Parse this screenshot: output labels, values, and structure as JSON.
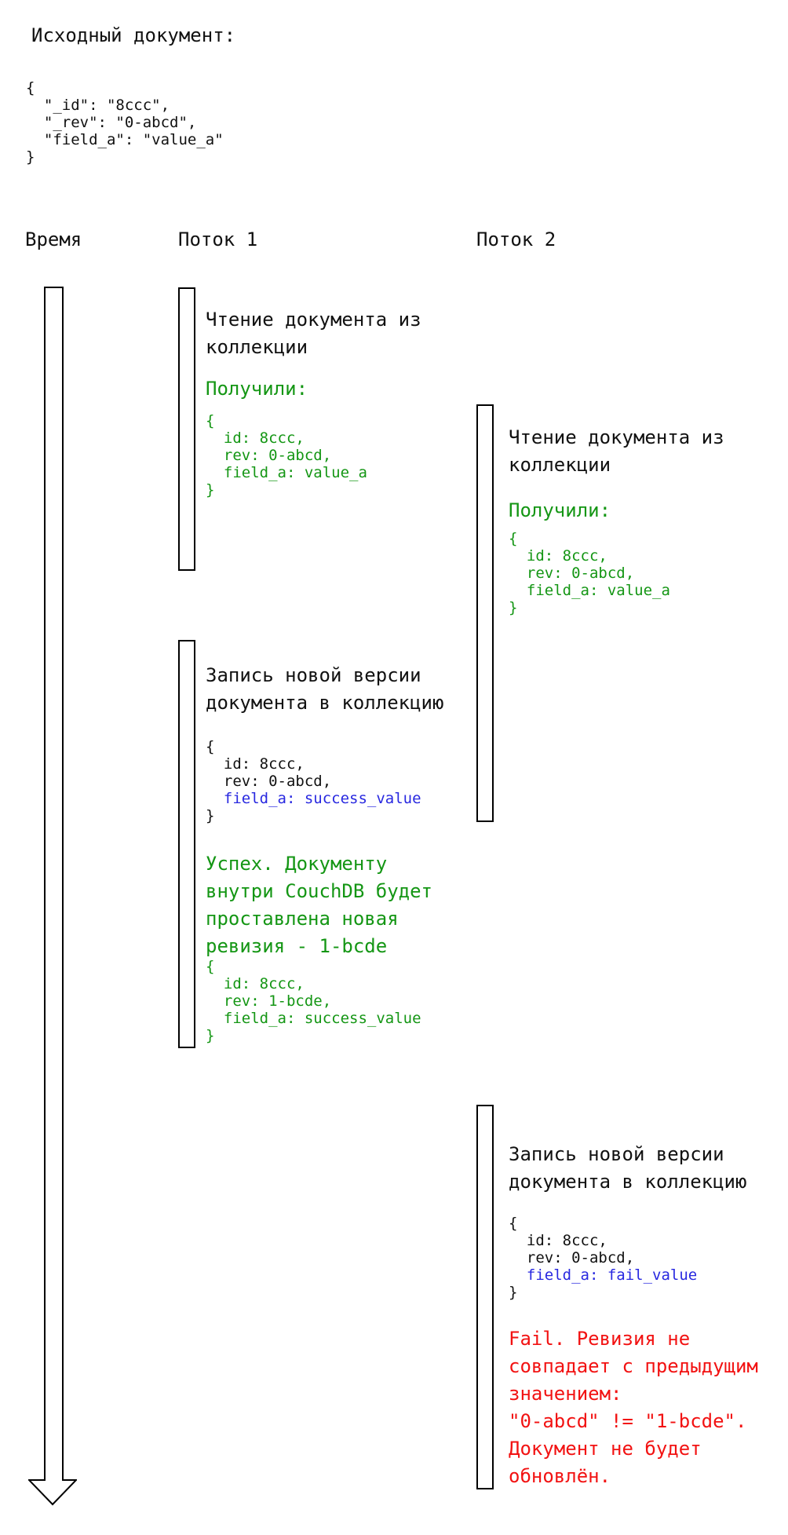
{
  "colors": {
    "ink": "#111111",
    "success_green": "#149614",
    "changed_value_blue": "#2828e0",
    "fail_red": "#f21212",
    "outline_black": "#000000",
    "background": "#ffffff"
  },
  "intro": {
    "title": "Исходный документ:",
    "code": "{\n  \"_id\": \"8ccc\",\n  \"_rev\": \"0-abcd\",\n  \"field_a\": \"value_a\"\n}"
  },
  "lanes": {
    "time": "Время",
    "thread1": "Поток 1",
    "thread2": "Поток 2"
  },
  "thread1": {
    "read": {
      "action": "Чтение документа из\nколлекции",
      "result_label": "Получили:",
      "result_code": "{\n  id: 8ccc,\n  rev: 0-abcd,\n  field_a: value_a\n}"
    },
    "write": {
      "action": "Запись новой версии\nдокумента в коллекцию",
      "request_code": {
        "before": "{\n  id: 8ccc,\n  rev: 0-abcd,\n",
        "highlight": "  field_a: success_value",
        "after": "\n}"
      },
      "status": "Успех. Документу\nвнутри CouchDB будет\nпроставлена новая\nревизия - 1-bcde",
      "result_code": "{\n  id: 8ccc,\n  rev: 1-bcde,\n  field_a: success_value\n}"
    }
  },
  "thread2": {
    "read": {
      "action": "Чтение документа из\nколлекции",
      "result_label": "Получили:",
      "result_code": "{\n  id: 8ccc,\n  rev: 0-abcd,\n  field_a: value_a\n}"
    },
    "write": {
      "action": "Запись новой версии\nдокумента в коллекцию",
      "request_code": {
        "before": "{\n  id: 8ccc,\n  rev: 0-abcd,\n",
        "highlight": "  field_a: fail_value",
        "after": "\n}"
      },
      "status": "Fail. Ревизия не\nсовпадает с предыдущим\nзначением:\n\"0-abcd\" != \"1-bcde\".\nДокумент не будет\nобновлён."
    }
  }
}
